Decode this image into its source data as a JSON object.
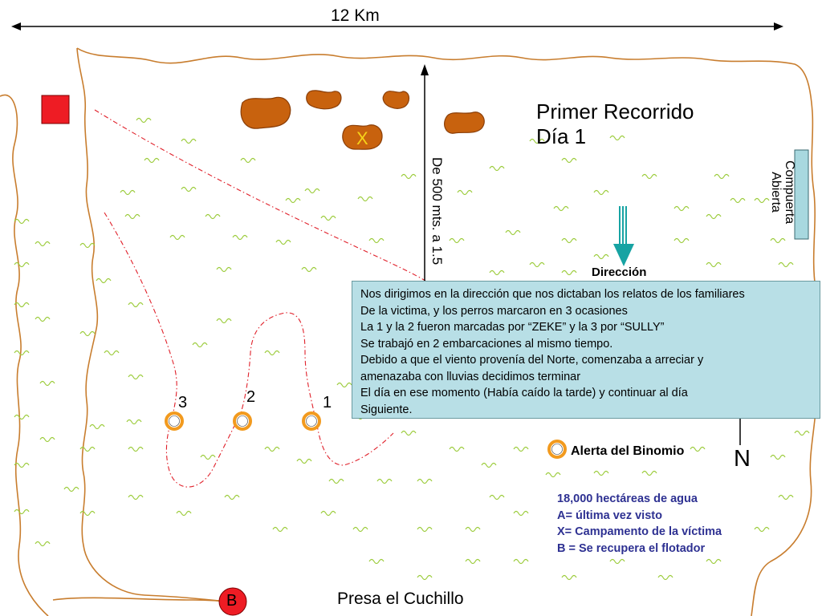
{
  "title": {
    "line1": "Primer Recorrido",
    "line2": "Día 1"
  },
  "scale_label": "12 Km",
  "distance_label": "De 500 mts. a 1.5",
  "gate_label": {
    "line1": "Compuerta",
    "line2": "Abierta"
  },
  "direction_label": "Dirección",
  "info_lines": [
    "Nos dirigimos en la dirección que nos dictaban los relatos de los familiares",
    "De la victima, y los perros marcaron en 3 ocasiones",
    "La 1 y la 2 fueron marcadas por “ZEKE” y la 3 por “SULLY”",
    "Se trabajó en 2 embarcaciones al mismo tiempo.",
    "Debido a que el viento provenía del Norte, comenzaba a arreciar y",
    "amenazaba con lluvias decidimos terminar",
    "El día en ese momento (Había caído la tarde) y continuar al día",
    "Siguiente."
  ],
  "markers": {
    "one": "1",
    "two": "2",
    "three": "3"
  },
  "alert_label": "Alerta del Binomio",
  "north_label": "N",
  "legend": [
    "18,000 hectáreas de agua",
    "A= última vez visto",
    "X= Campamento de la víctima",
    "B = Se recupera el flotador"
  ],
  "camp_marker": "X",
  "recovery_marker": "B",
  "dam_label": "Presa el Cuchillo",
  "colors": {
    "shore": "#c87d2e",
    "island": "#c8620e",
    "grass": "#9ccc3c",
    "route": "#e0202a",
    "alert_ring": "#f29a1e",
    "info_bg": "#b8dfe6",
    "legend_text": "#2e3192",
    "direction_arrow": "#17a3a3",
    "gate": "#a8d8df",
    "last_seen_square": "#ee1c24",
    "recovery_circle": "#ee1c24"
  }
}
